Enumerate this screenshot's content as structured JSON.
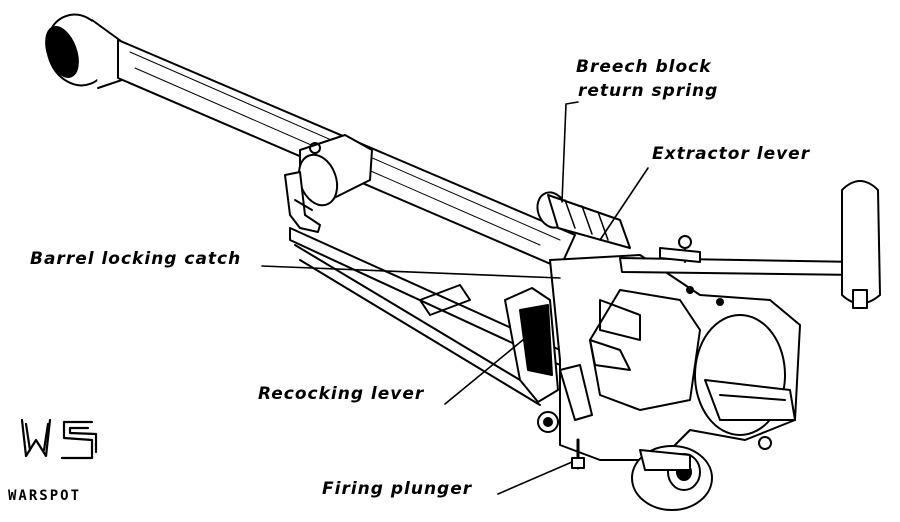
{
  "labels": {
    "breech_line1": "Breech block",
    "breech_line2": "return spring",
    "extractor": "Extractor lever",
    "barrel_catch": "Barrel locking catch",
    "recocking": "Recocking lever",
    "firing": "Firing plunger"
  },
  "logo": {
    "mark": "WS",
    "name": "WARSPOT"
  }
}
